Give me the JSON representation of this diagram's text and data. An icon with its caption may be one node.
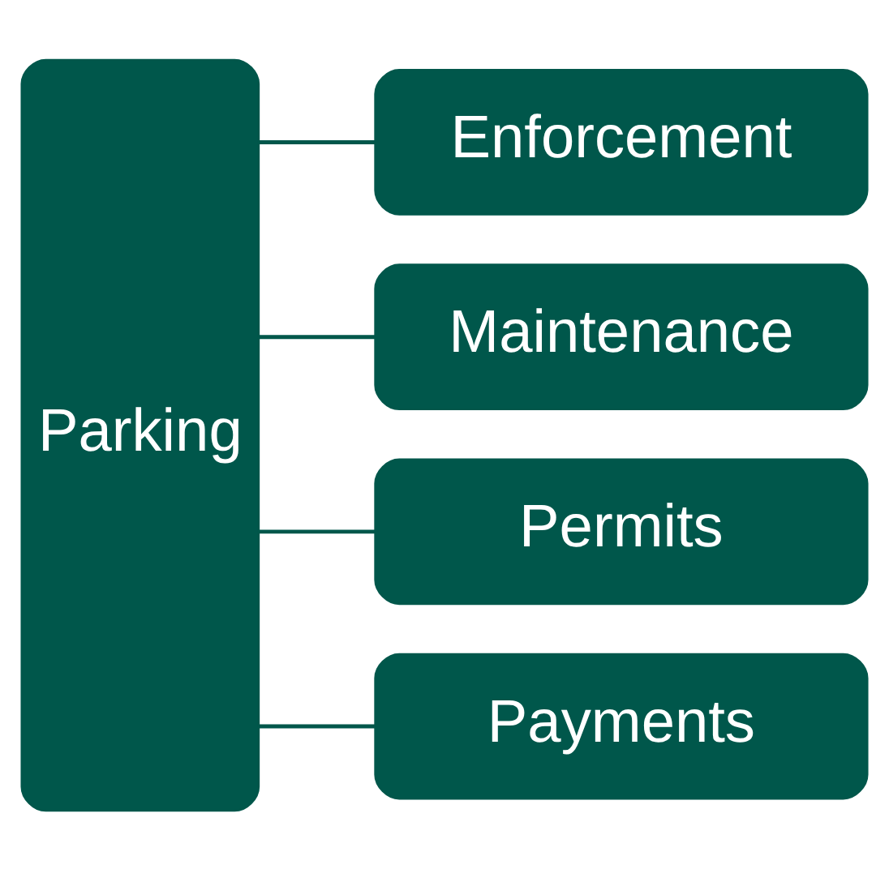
{
  "diagram": {
    "nodes": [
      {
        "text": [
          "Parking"
        ]
      },
      {
        "text": [
          "Enforcement"
        ]
      },
      {
        "text": [
          "Maintenance"
        ]
      },
      {
        "text": [
          "Permits"
        ]
      },
      {
        "text": [
          "Payments"
        ]
      }
    ],
    "edges": [
      {
        "from": 0,
        "to": 1,
        "arrow": "none"
      },
      {
        "from": 0,
        "to": 2,
        "arrow": "none"
      },
      {
        "from": 0,
        "to": 3,
        "arrow": "none"
      },
      {
        "from": 0,
        "to": 4,
        "arrow": "none"
      }
    ]
  }
}
